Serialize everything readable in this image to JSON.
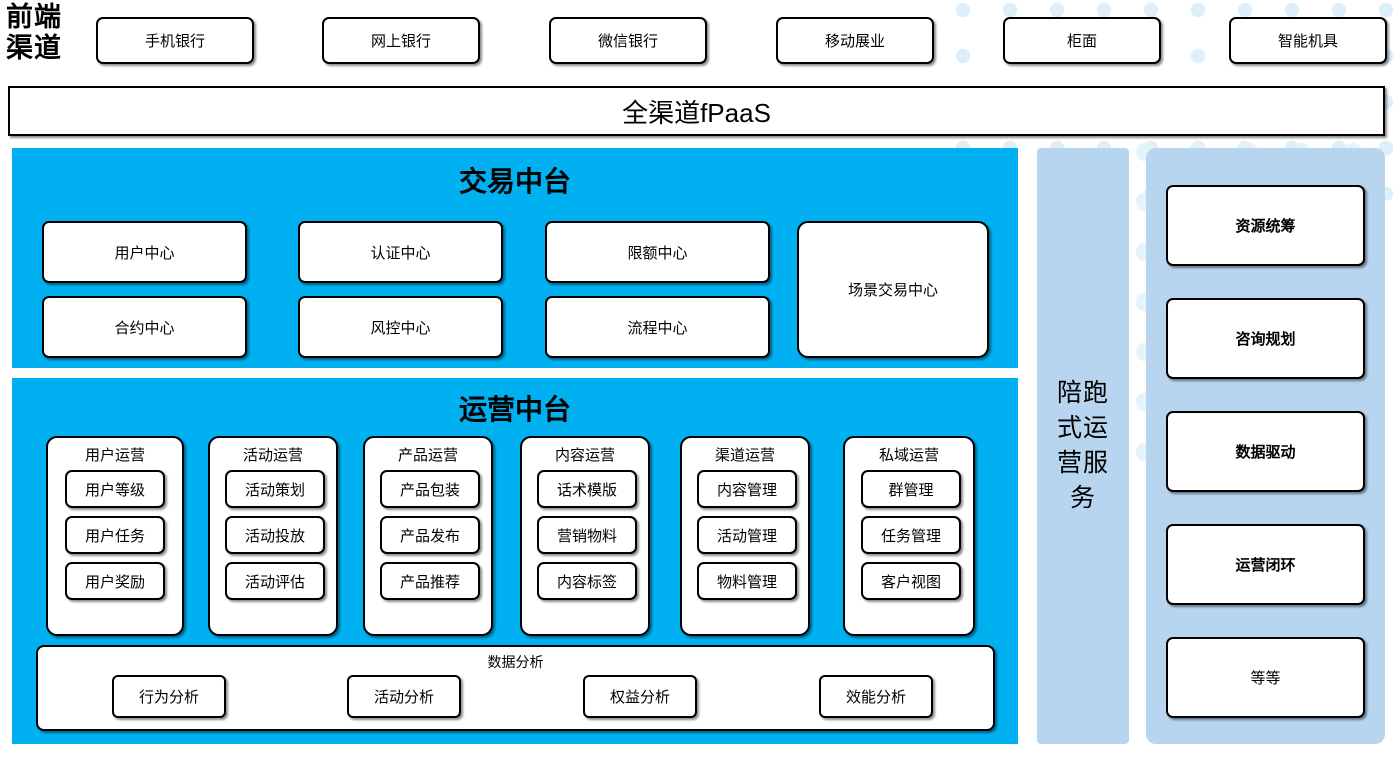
{
  "colors": {
    "platform_cyan": "#00b0f0",
    "side_panel_blue": "#b7d5ef",
    "box_white": "#ffffff",
    "outline_black": "#000000",
    "dot_pattern": "#d6ecfa"
  },
  "front_end": {
    "label": "前端\n渠道",
    "label_line1": "前端",
    "label_line2": "渠道",
    "channels": [
      {
        "label": "手机银行"
      },
      {
        "label": "网上银行"
      },
      {
        "label": "微信银行"
      },
      {
        "label": "移动展业"
      },
      {
        "label": "柜面"
      },
      {
        "label": "智能机具"
      }
    ]
  },
  "fpaas": {
    "label": "全渠道fPaaS"
  },
  "trade_platform": {
    "title": "交易中台",
    "row1": [
      {
        "label": "用户中心"
      },
      {
        "label": "认证中心"
      },
      {
        "label": "限额中心"
      }
    ],
    "row2": [
      {
        "label": "合约中心"
      },
      {
        "label": "风控中心"
      },
      {
        "label": "流程中心"
      }
    ],
    "tall": {
      "label": "场景交易中心"
    }
  },
  "ops_platform": {
    "title": "运营中台",
    "groups": [
      {
        "title": "用户运营",
        "items": [
          "用户等级",
          "用户任务",
          "用户奖励"
        ]
      },
      {
        "title": "活动运营",
        "items": [
          "活动策划",
          "活动投放",
          "活动评估"
        ]
      },
      {
        "title": "产品运营",
        "items": [
          "产品包装",
          "产品发布",
          "产品推荐"
        ]
      },
      {
        "title": "内容运营",
        "items": [
          "话术模版",
          "营销物料",
          "内容标签"
        ]
      },
      {
        "title": "渠道运营",
        "items": [
          "内容管理",
          "活动管理",
          "物料管理"
        ]
      },
      {
        "title": "私域运营",
        "items": [
          "群管理",
          "任务管理",
          "客户视图"
        ]
      }
    ],
    "analytics": {
      "title": "数据分析",
      "items": [
        "行为分析",
        "活动分析",
        "权益分析",
        "效能分析"
      ]
    }
  },
  "companion_service": {
    "label": "陪跑式运营服务",
    "lines": [
      "陪跑",
      "式运",
      "营服",
      "务"
    ]
  },
  "service_column": {
    "items": [
      {
        "label": "资源统筹",
        "bold": true
      },
      {
        "label": "咨询规划",
        "bold": true
      },
      {
        "label": "数据驱动",
        "bold": true
      },
      {
        "label": "运营闭环",
        "bold": true
      },
      {
        "label": "等等",
        "bold": false
      }
    ]
  }
}
